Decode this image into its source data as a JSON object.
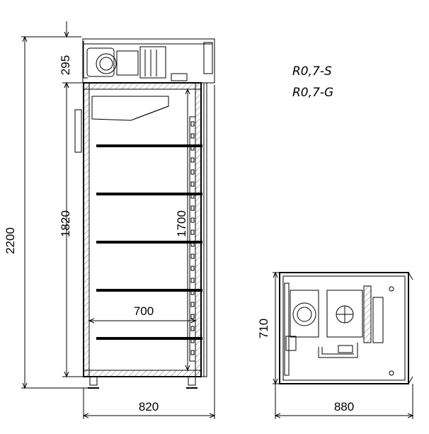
{
  "models": [
    "R0,7-S",
    "R0,7-G"
  ],
  "front_view": {
    "overall_height": "2200",
    "cabinet_height": "1820",
    "unit_height": "295",
    "inner_height": "1700",
    "inner_width": "700",
    "overall_width": "820"
  },
  "top_view": {
    "depth": "710",
    "width": "880"
  }
}
